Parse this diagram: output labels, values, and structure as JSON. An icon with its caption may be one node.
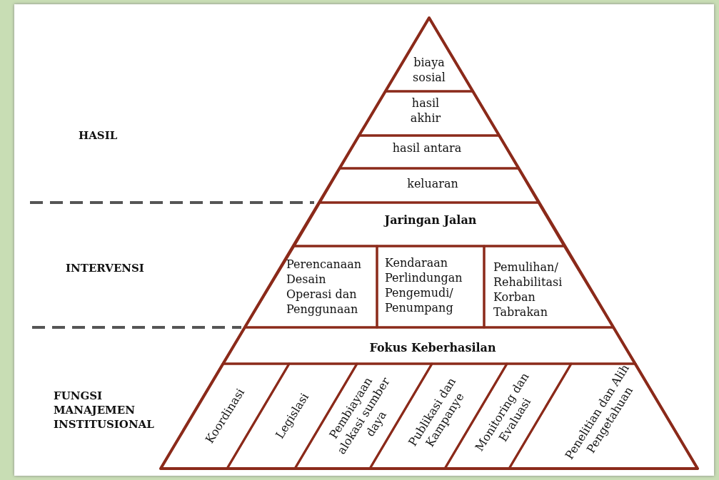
{
  "diagram": {
    "nodes": [
      {
        "text": [
          "biaya sosial"
        ]
      },
      {
        "text": [
          "hasil akhir"
        ]
      },
      {
        "text": [
          "hasil antara"
        ]
      },
      {
        "text": [
          "keluaran"
        ]
      },
      {
        "text": [
          "Jaringan Jalan"
        ]
      },
      {
        "text": [
          "Perencanaan Desain Operasi dan Penggunaan"
        ]
      },
      {
        "text": [
          "Kendaraan Perlindungan Pengemudi/ Penumpang"
        ]
      },
      {
        "text": [
          "Pemulihan/ Rehabilitasi Korban Tabrakan"
        ]
      },
      {
        "text": [
          "Fokus Keberhasilan"
        ]
      },
      {
        "text": [
          "Koordinasi"
        ]
      },
      {
        "text": [
          "Legislasi"
        ]
      },
      {
        "text": [
          "Pembiayaan alokasi sumber daya"
        ]
      },
      {
        "text": [
          "Publikasi dan Kampanye"
        ]
      },
      {
        "text": [
          "Monitoring dan Evaluasi"
        ]
      },
      {
        "text": [
          "Penelitian dan Alih Pengetahuan"
        ]
      }
    ],
    "labels": [
      "HASIL",
      "INTERVENSI",
      "FUNGSI MANAJEMEN INSTITUSIONAL"
    ]
  }
}
